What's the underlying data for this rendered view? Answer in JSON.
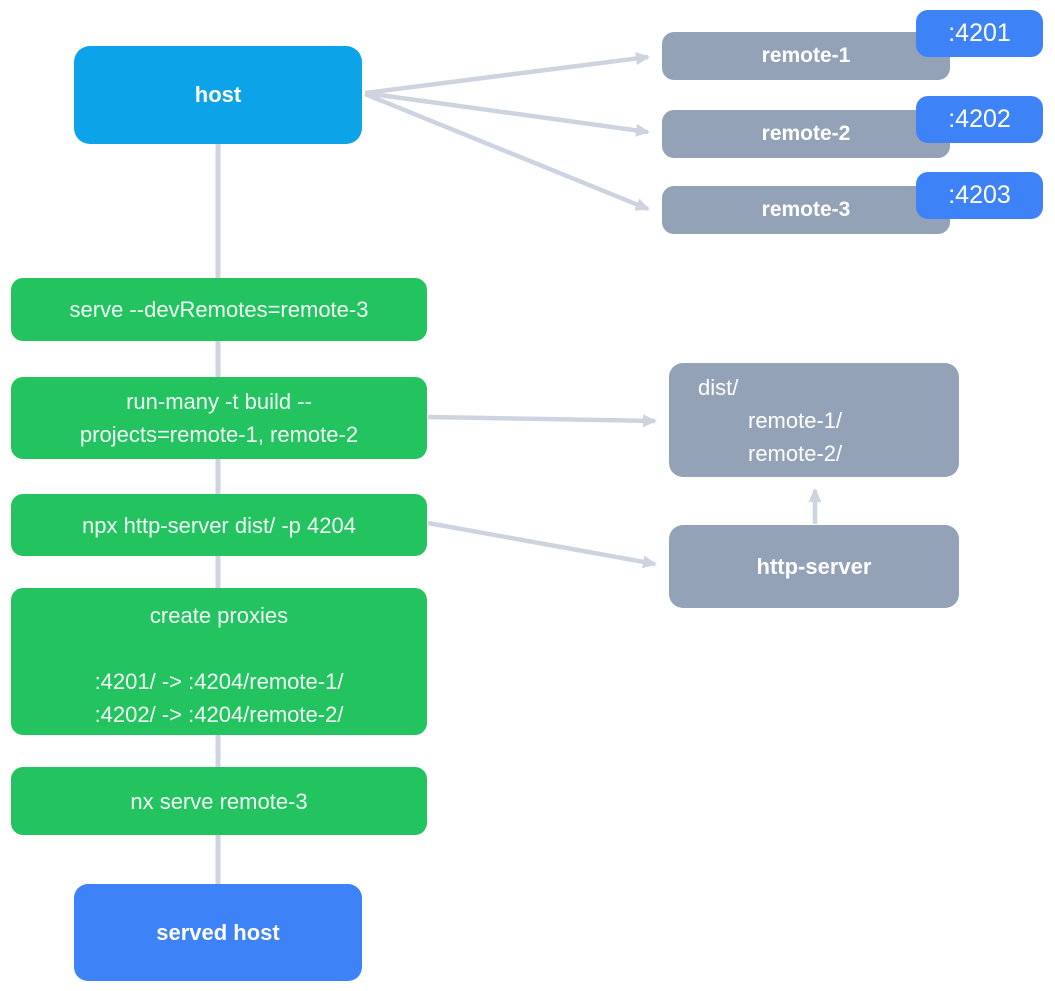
{
  "diagram": {
    "host": {
      "label": "host"
    },
    "remotes": [
      {
        "label": "remote-1",
        "port": ":4201"
      },
      {
        "label": "remote-2",
        "port": ":4202"
      },
      {
        "label": "remote-3",
        "port": ":4203"
      }
    ],
    "steps": {
      "serve": {
        "label": "serve --devRemotes=remote-3"
      },
      "build": {
        "line1": "run-many -t build --",
        "line2": "projects=remote-1, remote-2"
      },
      "http": {
        "label": "npx http-server dist/ -p 4204"
      },
      "proxies": {
        "title": "create proxies",
        "line1": ":4201/ -> :4204/remote-1/",
        "line2": ":4202/ -> :4204/remote-2/"
      },
      "serve_remote3": {
        "label": "nx serve remote-3"
      }
    },
    "dist": {
      "title": "dist/",
      "entries": [
        "remote-1/",
        "remote-2/"
      ]
    },
    "http_server": {
      "label": "http-server"
    },
    "served_host": {
      "label": "served host"
    }
  },
  "colors": {
    "background": "#ffffff",
    "host_fill": "#0da3e8",
    "remote_fill": "#94a2b8",
    "port_fill": "#3d82f7",
    "step_fill": "#23c45f",
    "served_host_fill": "#3d82f7",
    "connector": "#cdd4e0",
    "text": "#ffffff"
  }
}
